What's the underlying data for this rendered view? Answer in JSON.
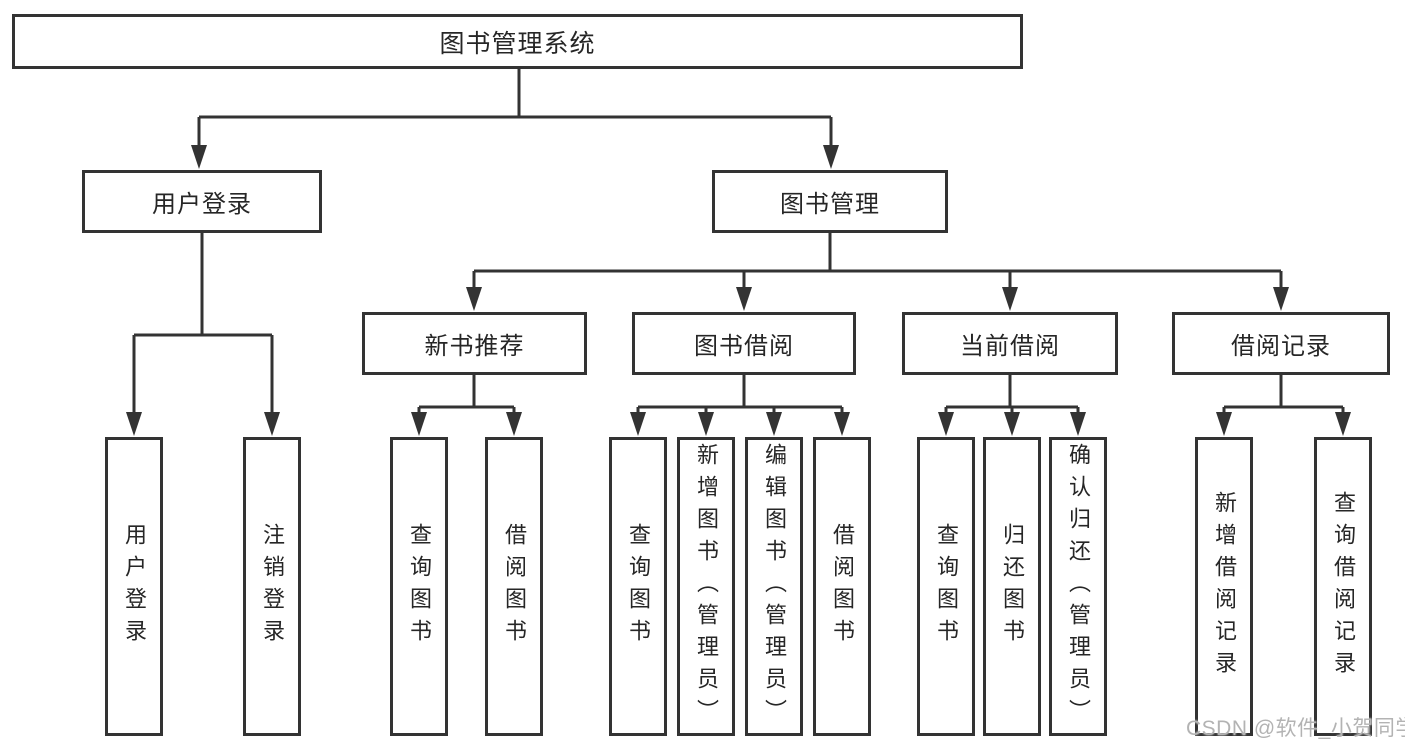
{
  "diagram": {
    "root": {
      "label": "图书管理系统"
    },
    "branches": [
      {
        "label": "用户登录",
        "children": [
          "用户登录",
          "注销登录"
        ]
      },
      {
        "label": "图书管理",
        "sections": [
          {
            "label": "新书推荐",
            "children": [
              "查询图书",
              "借阅图书"
            ]
          },
          {
            "label": "图书借阅",
            "children": [
              "查询图书",
              "新增图书（管理员）",
              "编辑图书（管理员）",
              "借阅图书"
            ]
          },
          {
            "label": "当前借阅",
            "children": [
              "查询图书",
              "归还图书",
              "确认归还（管理员）"
            ]
          },
          {
            "label": "借阅记录",
            "children": [
              "新增借阅记录",
              "查询借阅记录"
            ]
          }
        ]
      }
    ],
    "colors": {
      "line": "#333333",
      "text": "#262626",
      "box_background": "#ffffff",
      "page_background": "#ffffff",
      "watermark": "#b3b3b3"
    }
  },
  "watermark": {
    "text": "CSDN @软件_小贺同学"
  }
}
